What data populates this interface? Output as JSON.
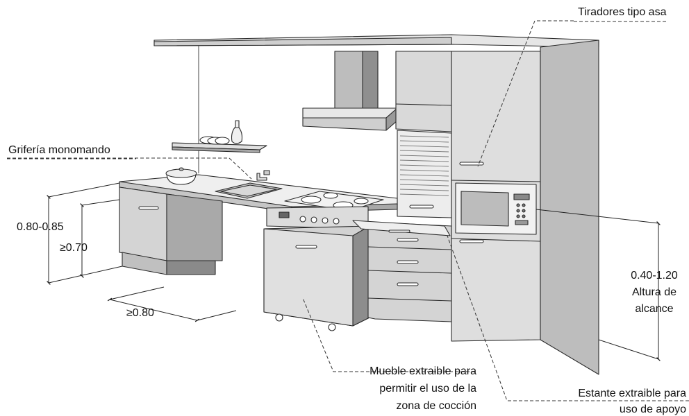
{
  "labels": {
    "tiradores": "Tiradores tipo asa",
    "griferia": "Grifería monomando",
    "altura_encimera": "0.80-0.85",
    "altura_libre": "≥0.70",
    "profundidad_libre": "≥0.80",
    "alcance_rango": "0.40-1.20",
    "alcance_linea1": "Altura de",
    "alcance_linea2": "alcance",
    "mueble_linea1": "Mueble extraible para",
    "mueble_linea2": "permitir el uso de la",
    "mueble_linea3": "zona de cocción",
    "estante_linea1": "Estante extraible para",
    "estante_linea2": "uso de apoyo"
  },
  "colors": {
    "line": "#2a2a2a",
    "light": "#e6e6e6",
    "mid": "#c8c8c8",
    "dark": "#9a9a9a",
    "darker": "#7d7d7d"
  }
}
